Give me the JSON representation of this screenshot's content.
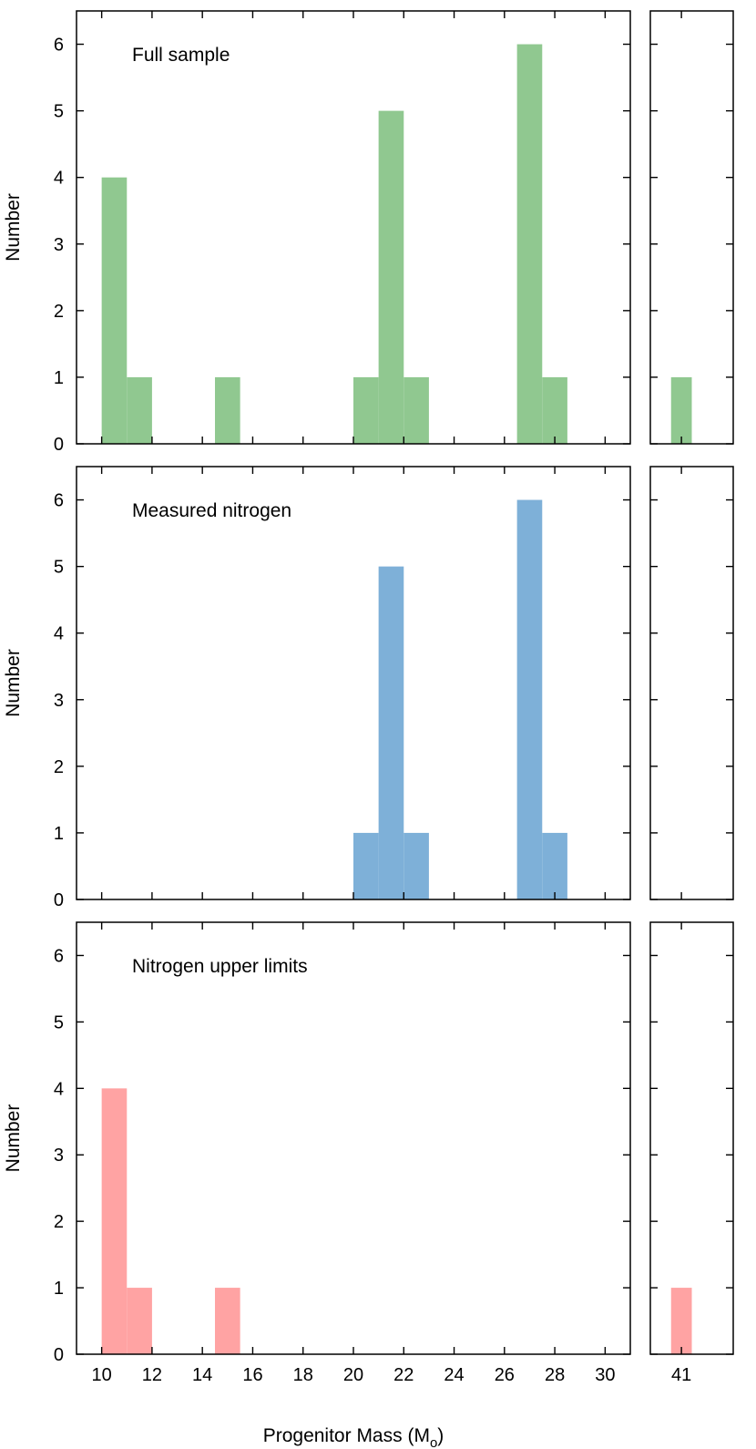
{
  "chart_data": [
    {
      "type": "bar",
      "panel_label": "Full sample",
      "color": "#90c890",
      "ylabel": "Number",
      "xlim": [
        9,
        31
      ],
      "ylim": [
        0,
        6.5
      ],
      "bins": [
        {
          "x0": 10.0,
          "x1": 11.0,
          "count": 4
        },
        {
          "x0": 11.0,
          "x1": 12.0,
          "count": 1
        },
        {
          "x0": 14.5,
          "x1": 15.5,
          "count": 1
        },
        {
          "x0": 20.0,
          "x1": 21.0,
          "count": 1
        },
        {
          "x0": 21.0,
          "x1": 22.0,
          "count": 5
        },
        {
          "x0": 22.0,
          "x1": 23.0,
          "count": 1
        },
        {
          "x0": 26.5,
          "x1": 27.5,
          "count": 6
        },
        {
          "x0": 27.5,
          "x1": 28.5,
          "count": 1
        }
      ],
      "side_bins": [
        {
          "x0": 40.5,
          "x1": 41.5,
          "count": 1
        }
      ]
    },
    {
      "type": "bar",
      "panel_label": "Measured nitrogen",
      "color": "#7eb0d8",
      "ylabel": "Number",
      "xlim": [
        9,
        31
      ],
      "ylim": [
        0,
        6.5
      ],
      "bins": [
        {
          "x0": 20.0,
          "x1": 21.0,
          "count": 1
        },
        {
          "x0": 21.0,
          "x1": 22.0,
          "count": 5
        },
        {
          "x0": 22.0,
          "x1": 23.0,
          "count": 1
        },
        {
          "x0": 26.5,
          "x1": 27.5,
          "count": 6
        },
        {
          "x0": 27.5,
          "x1": 28.5,
          "count": 1
        }
      ],
      "side_bins": []
    },
    {
      "type": "bar",
      "panel_label": "Nitrogen upper limits",
      "color": "#ffa3a3",
      "ylabel": "Number",
      "xlabel": "Progenitor Mass (M",
      "xlabel_sub": "o",
      "xlabel_close": ")",
      "xlim": [
        9,
        31
      ],
      "ylim": [
        0,
        6.5
      ],
      "bins": [
        {
          "x0": 10.0,
          "x1": 11.0,
          "count": 4
        },
        {
          "x0": 11.0,
          "x1": 12.0,
          "count": 1
        },
        {
          "x0": 14.5,
          "x1": 15.5,
          "count": 1
        }
      ],
      "side_bins": [
        {
          "x0": 40.5,
          "x1": 41.5,
          "count": 1
        }
      ]
    }
  ],
  "y_ticks": [
    "0",
    "1",
    "2",
    "3",
    "4",
    "5",
    "6"
  ],
  "x_ticks": [
    "10",
    "12",
    "14",
    "16",
    "18",
    "20",
    "22",
    "24",
    "26",
    "28",
    "30"
  ],
  "side_x_tick": "41",
  "side_xlim": [
    39.5,
    43.5
  ]
}
